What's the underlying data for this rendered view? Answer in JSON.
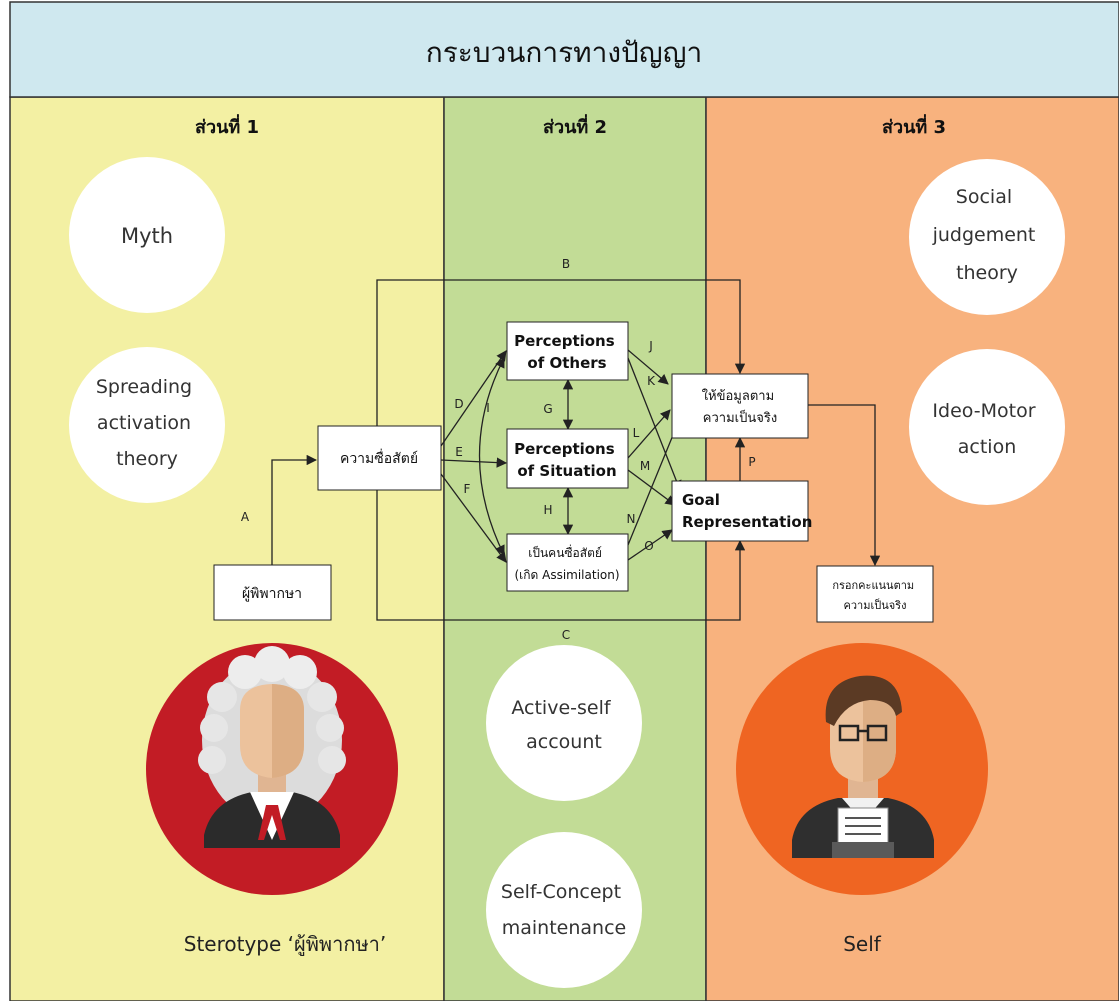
{
  "title": "กระบวนการทางปัญญา",
  "panels": [
    {
      "heading": "ส่วนที่ 1",
      "color": "#f3f0a3"
    },
    {
      "heading": "ส่วนที่ 2",
      "color": "#c2dc96"
    },
    {
      "heading": "ส่วนที่ 3",
      "color": "#f8b27e"
    }
  ],
  "colors": {
    "header_bg": "#cfe8ef",
    "line": "#222222",
    "judge_circle": "#c21c25",
    "self_circle": "#ef6522"
  },
  "theory_circles": {
    "myth": [
      "Myth"
    ],
    "spreading": [
      "Spreading",
      "activation",
      "theory"
    ],
    "social": [
      "Social",
      "judgement",
      "theory"
    ],
    "ideo": [
      "Ideo-Motor",
      "action"
    ],
    "active_self": [
      "Active-self",
      "account"
    ],
    "self_concept": [
      "Self-Concept",
      "maintenance"
    ]
  },
  "boxes": {
    "judge": [
      "ผู้พิพากษา"
    ],
    "honesty": [
      "ความซื่อสัตย์"
    ],
    "perc_others": [
      "Perceptions",
      "of Others"
    ],
    "perc_situation": [
      "Perceptions",
      "of Situation"
    ],
    "honest_person": [
      "เป็นคนซื่อสัตย์",
      "(เกิด Assimilation)"
    ],
    "give_info": [
      "ให้ข้อมูลตาม",
      "ความเป็นจริง"
    ],
    "goal": [
      "Goal",
      "Representation"
    ],
    "fill_score": [
      "กรอกคะแนนตาม",
      "ความเป็นจริง"
    ]
  },
  "edge_labels": [
    "A",
    "B",
    "C",
    "D",
    "E",
    "F",
    "G",
    "H",
    "I",
    "J",
    "K",
    "L",
    "M",
    "N",
    "O",
    "P"
  ],
  "captions": {
    "judge": "Sterotype ‘ผู้พิพากษา’",
    "self": "Self"
  },
  "icons": {
    "judge": "judge-avatar-icon",
    "self": "self-avatar-icon"
  }
}
